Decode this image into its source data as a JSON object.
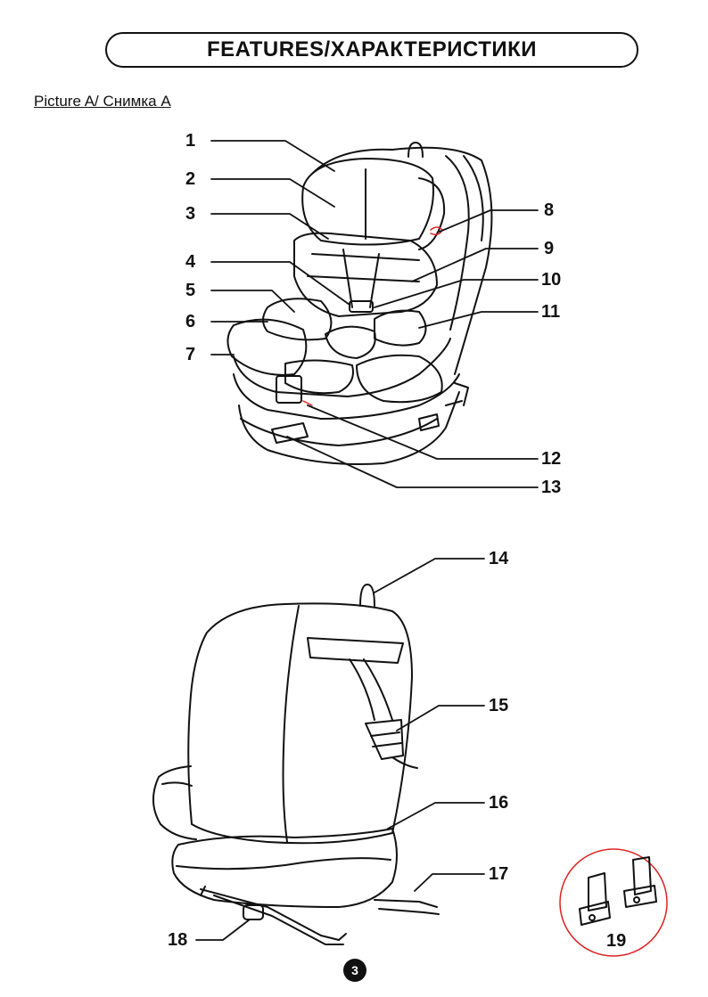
{
  "header": {
    "title": "FEATURES/ХАРАКТЕРИСТИКИ"
  },
  "figure_a": {
    "caption": "Picture A/ Снимка A",
    "callouts": [
      "1",
      "2",
      "3",
      "4",
      "5",
      "6",
      "7",
      "8",
      "9",
      "10",
      "11",
      "12",
      "13"
    ]
  },
  "figure_b": {
    "callouts": [
      "14",
      "15",
      "16",
      "17",
      "18"
    ]
  },
  "inset": {
    "callout": "19"
  },
  "footer": {
    "page_number": "3"
  }
}
